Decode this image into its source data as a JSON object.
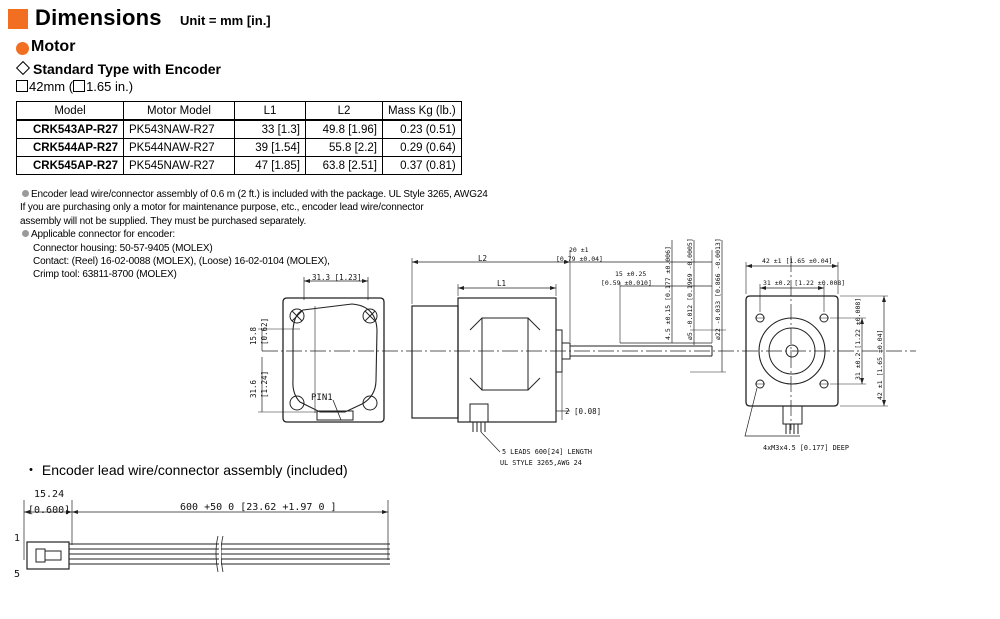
{
  "header": {
    "title": "Dimensions",
    "unit": "Unit = mm [in.]"
  },
  "section": {
    "motor": "Motor",
    "type": "Standard Type with Encoder",
    "size_mm": "42mm (",
    "size_in": "1.65 in.)"
  },
  "table": {
    "headers": [
      "Model",
      "Motor Model",
      "L1",
      "L2",
      "Mass Kg (lb.)"
    ],
    "rows": [
      {
        "model": "CRK543AP-R27",
        "motor": "PK543NAW-R27",
        "l1": "33 [1.3]",
        "l2": "49.8 [1.96]",
        "mass": "0.23 (0.51)"
      },
      {
        "model": "CRK544AP-R27",
        "motor": "PK544NAW-R27",
        "l1": "39 [1.54]",
        "l2": "55.8 [2.2]",
        "mass": "0.29 (0.64)"
      },
      {
        "model": "CRK545AP-R27",
        "motor": "PK545NAW-R27",
        "l1": "47 [1.85]",
        "l2": "63.8 [2.51]",
        "mass": "0.37 (0.81)"
      }
    ]
  },
  "notes": {
    "n1": "Encoder lead wire/connector assembly of 0.6 m (2 ft.) is included with the package. UL Style 3265, AWG24",
    "n2": "If you are purchasing only a motor for maintenance purpose, etc., encoder lead wire/connector",
    "n3": "assembly will not be supplied. They must be purchased separately.",
    "n4": "Applicable connector for encoder:",
    "n5": "Connector housing: 50-57-9405 (MOLEX)",
    "n6": "Contact: (Reel) 16-02-0088 (MOLEX), (Loose) 16-02-0104 (MOLEX),",
    "n7": "Crimp tool: 63811-8700 (MOLEX)"
  },
  "assembly": {
    "title": "・ Encoder lead wire/connector assembly (included)",
    "dim_a": "15.24",
    "dim_a_in": "[0.600]",
    "dim_b": "600 +50 0 [23.62 +1.97 0 ]",
    "pin_top": "1",
    "pin_bottom": "5"
  },
  "drawing": {
    "d313": "31.3 [1.23]",
    "d158": "15.8",
    "d158in": "[0.62]",
    "d316": "31.6",
    "d316in": "[1.24]",
    "pin1": "PIN1",
    "l2": "L2",
    "l1": "L1",
    "d20": "20 ±1",
    "d20in": "[0.79 ±0.04]",
    "d15": "15 ±0.25",
    "d15in": "[0.59 ±0.010]",
    "d45": "4.5 ±0.15 [0.177 ±0.006]",
    "d5": "ø5 -0.012 [0.1969 -0.0005]",
    "d22": "ø22 -0.033 [0.866 -0.0013]",
    "d2": "2 [0.08]",
    "leads1": "5 LEADS 600[24] LENGTH",
    "leads2": "UL STYLE 3265,AWG 24",
    "d42": "42 ±1 [1.65 ±0.04]",
    "d31": "31 ±0.2 [1.22 ±0.008]",
    "d31v": "31 ±0.2 [1.22 ±0.008]",
    "d42v": "42 ±1 [1.65 ±0.04]",
    "hole": "4xM3x4.5 [0.177] DEEP"
  }
}
